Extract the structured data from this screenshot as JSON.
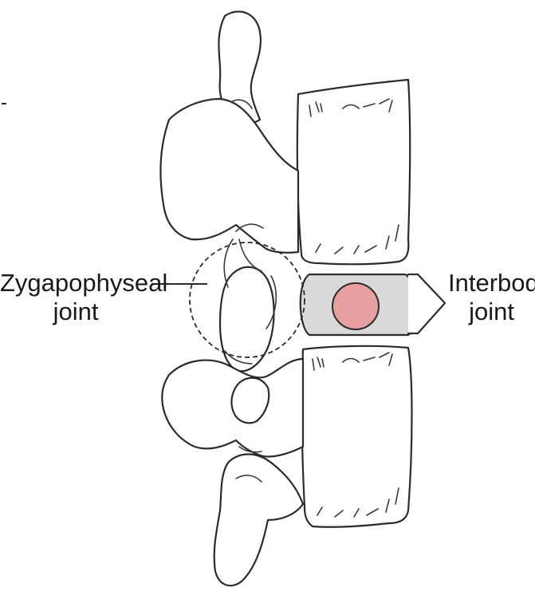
{
  "labels": {
    "zygapophyseal": {
      "line1": "Zygapophyseal",
      "line2": "joint"
    },
    "interbody": {
      "line1": "Interbody",
      "line2": "joint"
    }
  },
  "colors": {
    "disc_fill": "#d9d9d9",
    "nucleus_fill": "#e6a0a0",
    "outline": "#2b2b2b"
  }
}
